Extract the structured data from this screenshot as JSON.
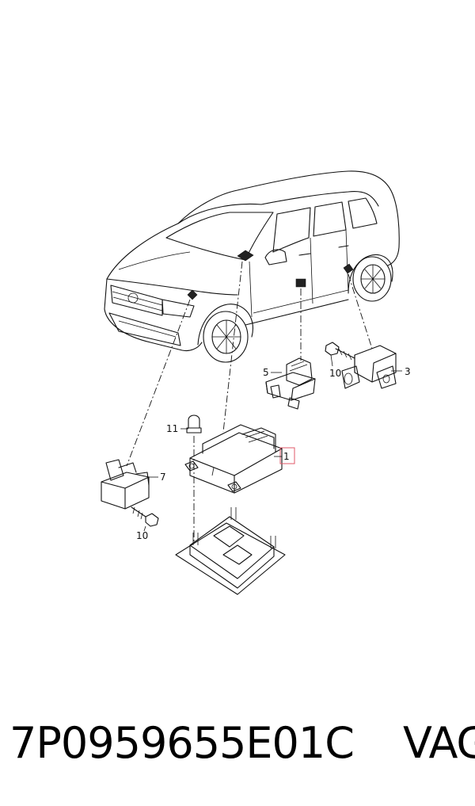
{
  "diagram": {
    "callouts": [
      {
        "id": "c1",
        "label": "1"
      },
      {
        "id": "c3",
        "label": "3"
      },
      {
        "id": "c5",
        "label": "5"
      },
      {
        "id": "c7",
        "label": "7"
      },
      {
        "id": "c10a",
        "label": "10"
      },
      {
        "id": "c10b",
        "label": "10"
      },
      {
        "id": "c11",
        "label": "11"
      }
    ],
    "highlight_color": "#e05a6a"
  },
  "caption": {
    "part_number": "7P0959655E01C",
    "brand": "VAG"
  }
}
